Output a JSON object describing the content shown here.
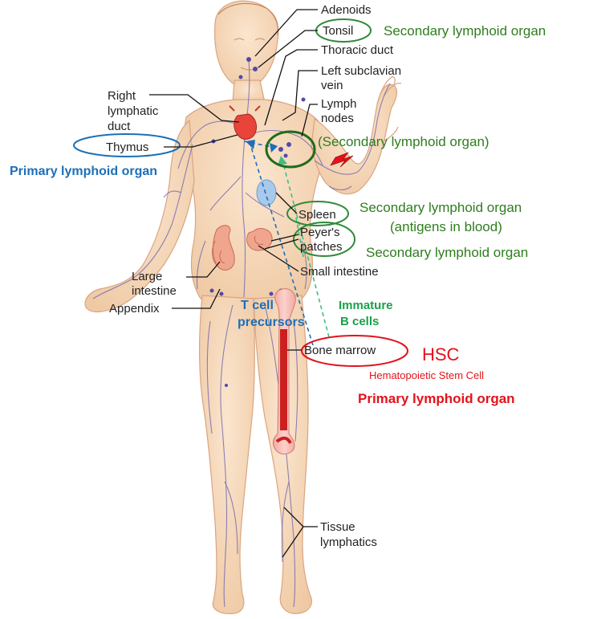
{
  "labels": {
    "adenoids": "Adenoids",
    "tonsil": "Tonsil",
    "thoracic_duct": "Thoracic duct",
    "left_subclavian_1": "Left subclavian",
    "left_subclavian_2": "vein",
    "lymph_nodes_1": "Lymph",
    "lymph_nodes_2": "nodes",
    "right_lymphatic_1": "Right",
    "right_lymphatic_2": "lymphatic",
    "right_lymphatic_3": "duct",
    "thymus": "Thymus",
    "spleen": "Spleen",
    "peyers_1": "Peyer's",
    "peyers_2": "patches",
    "small_intestine": "Small intestine",
    "large_intestine_1": "Large",
    "large_intestine_2": "intestine",
    "appendix": "Appendix",
    "bone_marrow": "Bone marrow",
    "tissue_lymphatics_1": "Tissue",
    "tissue_lymphatics_2": "lymphatics"
  },
  "annotations": {
    "tonsil_organ": "Secondary lymphoid organ",
    "node_organ": "(Secondary lymphoid organ)",
    "thymus_organ": "Primary lymphoid organ",
    "spleen_organ_1": "Secondary lymphoid organ",
    "spleen_organ_2": "(antigens in blood)",
    "peyers_organ": "Secondary lymphoid organ",
    "t_cell_1": "T cell",
    "t_cell_2": "precursors",
    "immature_b_1": "Immature",
    "immature_b_2": "B cells",
    "hsc": "HSC",
    "hsc_full": "Hematopoietic Stem Cell",
    "marrow_organ": "Primary lymphoid organ"
  },
  "colors": {
    "skin": "#f6d7b8",
    "skin_edge": "#d9a580",
    "green_text": "#2e7d1e",
    "blue_text": "#1c6fb8",
    "red_text": "#e3121b",
    "vessel": "#6a5fb0"
  }
}
